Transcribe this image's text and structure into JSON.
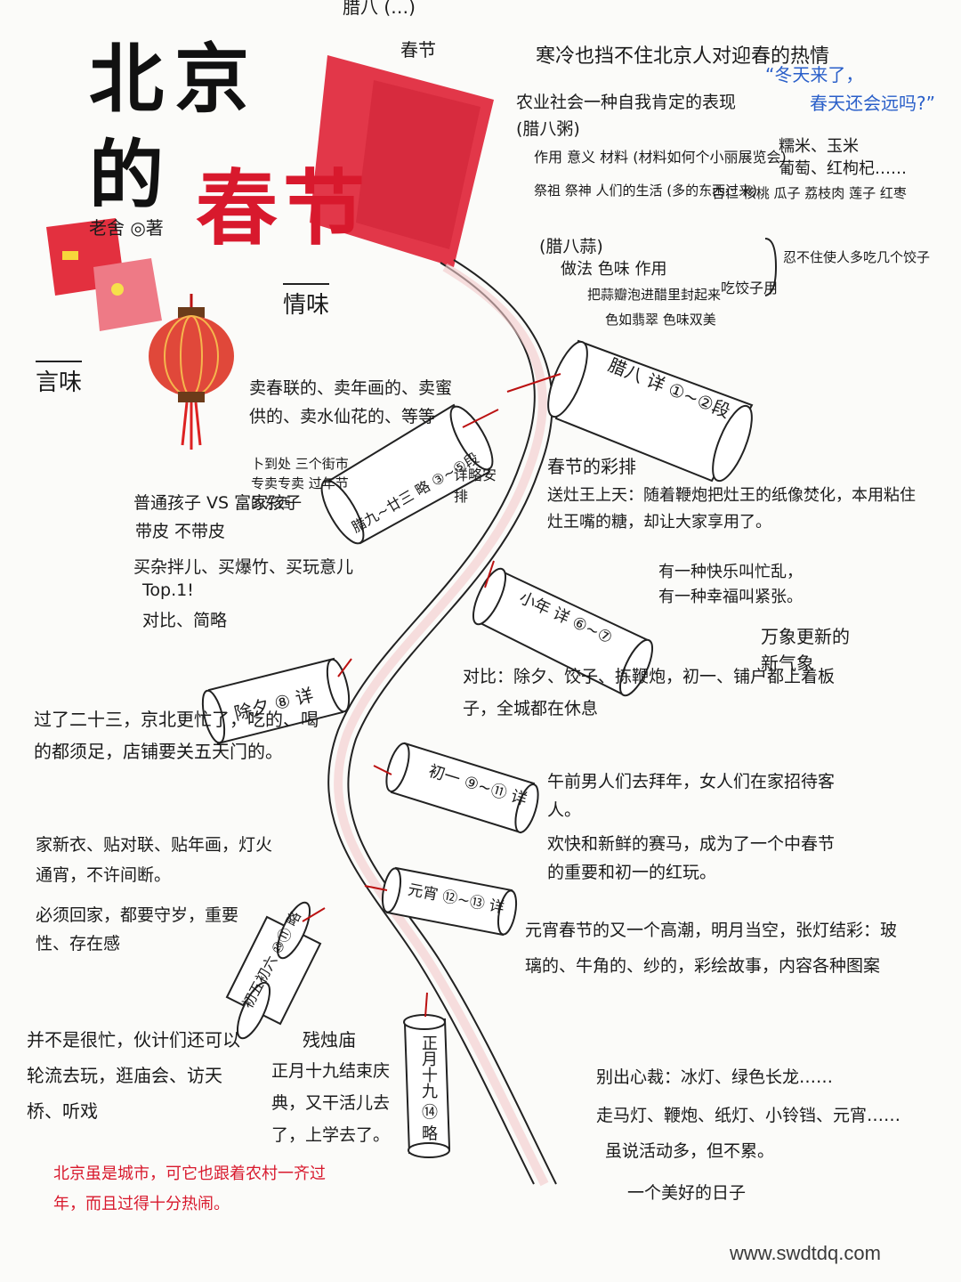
{
  "title": {
    "line1": "北京",
    "line2_prefix": "的",
    "line2_main": "春节",
    "author": "老舍 ◎著"
  },
  "top": {
    "clipped": "腊八 (…)",
    "sub": "春节",
    "headline": "寒冷也挡不住北京人对迎春的热情",
    "quote1": "“冬天来了，",
    "quote2": "春天还会远吗?”"
  },
  "sections": {
    "qingwei": "情味",
    "yanwei": "言味"
  },
  "labaozhou": {
    "head": "农业社会一种自我肯定的表现",
    "sub": "(腊八粥)",
    "row1": "作用  意义  材料  (材料如何个小丽展览会)",
    "row2": "祭祖 祭神   人们的生活   (多的东西过来)",
    "row3": "杏仁 核桃 瓜子 荔枝肉 莲子 红枣",
    "right1": "糯米、玉米",
    "right2": "葡萄、红枸杞……"
  },
  "labasuan": {
    "head": "(腊八蒜)",
    "row1": "做法  色味  作用",
    "row2": "把蒜瓣泡进醋里封起来",
    "row3": "色如翡翠  色味双美",
    "row4": "吃饺子用",
    "right": "忍不住使人多吃几个饺子"
  },
  "tubes": {
    "t1": "腊八  详 ①~②段",
    "t2": "腊九~廿三  略 ③~⑤段",
    "t3": "小年  详 ⑥~⑦",
    "t4": "除夕 ⑧ 详",
    "t5": "初一 ⑨~⑪ 详",
    "t6": "元宵 ⑫~⑬ 详",
    "t7": "初五初六 ⑩⑪ 略",
    "t8": "正月十九 ⑭ 略"
  },
  "notes": {
    "mai": "卖春联的、卖年画的、卖蜜供的、卖水仙花的、等等",
    "mai2": "卜到处 三个街市 专卖专卖 过年节 的东西",
    "putong": "普通孩子 VS 富家孩子",
    "daipi": "带皮  不带皮",
    "maizapai": "买杂拌儿、买爆竹、买玩意儿",
    "top": "Top.1!",
    "duibi": "对比、简略",
    "xiangxi": "详略安排",
    "chunjie": "春节的彩排",
    "songzao": "送灶王上天：随着鞭炮把灶王的纸像焚化，本用粘住灶王嘴的糖，却让大家享用了。",
    "yizhong1": "有一种快乐叫忙乱，",
    "yizhong2": "有一种幸福叫紧张。",
    "gengxin": "万象更新的新气象",
    "chuxi1": "过了二十三，京北更忙了，吃的、喝的都须足，店铺要关五天门的。",
    "chuxi2": "家新衣、贴对联、贴年画，灯火通宵，不许间断。",
    "chuxi3": "必须回家，都要守岁，重要性、存在感",
    "duibi2": "对比：除夕、饺子、拣鞭炮，初一、铺户都上着板子，全城都在休息",
    "chuyi1": "午前男人们去拜年，女人们在家招待客人。",
    "chuyi2": "欢快和新鲜的赛马，成为了一个中春节的重要和初一的红玩。",
    "yuanxiao1": "元宵春节的又一个高潮，明月当空，张灯结彩：玻璃的、牛角的、纱的，彩绘故事，内容各种图案",
    "yuanxiao2": "别出心裁：冰灯、绿色长龙……",
    "yuanxiao3": "走马灯、鞭炮、纸灯、小铃铛、元宵……",
    "yuanxiao4": "虽说活动多，但不累。",
    "haorizi": "一个美好的日子",
    "chuwu": "并不是很忙，伙计们还可以轮流去玩，逛庙会、访天桥、听戏",
    "canzhu": "残烛庙",
    "zhengyue": "正月十九结束庆典，又干活儿去了，上学去了。",
    "bottom_red": "北京虽是城市，可它也跟着农村一齐过年，而且过得十分热闹。"
  },
  "watermark": "www.swdtdq.com",
  "colors": {
    "red": "#d8192d",
    "blue": "#2a5fc9",
    "ink": "#1a1a1a"
  }
}
